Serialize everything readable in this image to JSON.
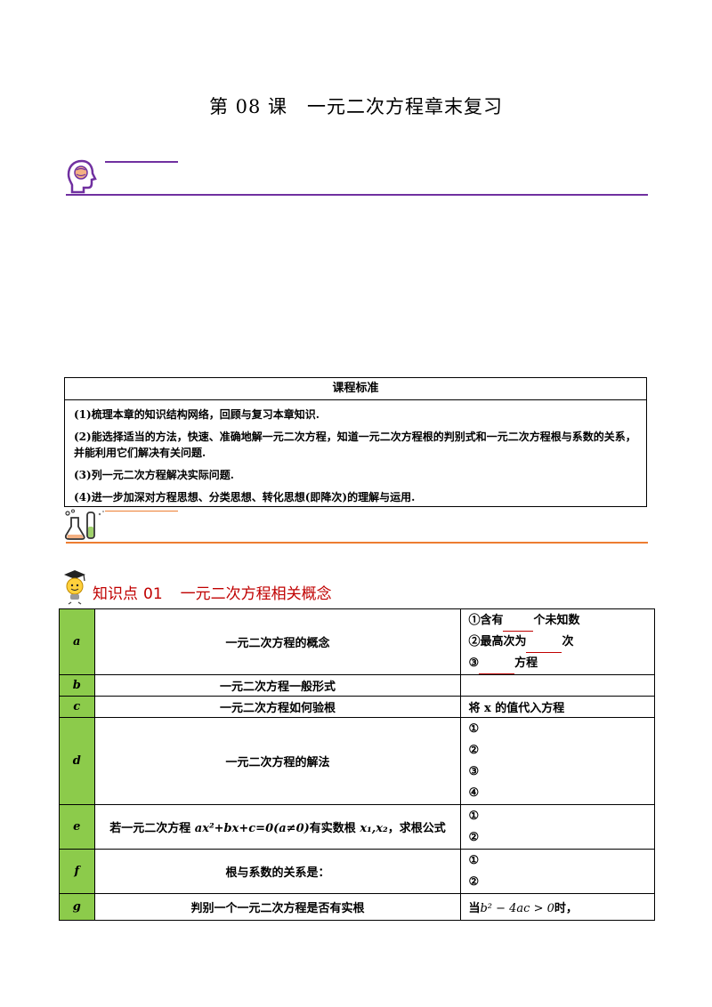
{
  "title": "第 08 课　一元二次方程章末复习",
  "standards": {
    "heading": "课程标准",
    "items": [
      "(1)梳理本章的知识结构网络，回顾与复习本章知识.",
      "(2)能选择适当的方法，快速、准确地解一元二次方程，知道一元二次方程根的判别式和一元二次方程根与系数的关系，并能利用它们解决有关问题.",
      "(3)列一元二次方程解决实际问题.",
      "(4)进一步加深对方程思想、分类思想、转化思想(即降次)的理解与运用."
    ]
  },
  "knowledge_point": {
    "label": "知识点",
    "number": "01",
    "title": "一元二次方程相关概念"
  },
  "rows": {
    "a": {
      "letter": "a",
      "desc": "一元二次方程的概念",
      "ans1_pre": "①含有",
      "ans1_post": "个未知数",
      "ans2_pre": "②最高次为",
      "ans2_post": "次",
      "ans3_pre": "③",
      "ans3_post": "方程"
    },
    "b": {
      "letter": "b",
      "desc": "一元二次方程一般形式"
    },
    "c": {
      "letter": "c",
      "desc": "一元二次方程如何验根",
      "ans": "将 x 的值代入方程"
    },
    "d": {
      "letter": "d",
      "desc": "一元二次方程的解法",
      "m1": "①",
      "m2": "②",
      "m3": "③",
      "m4": "④"
    },
    "e": {
      "letter": "e",
      "desc_pre": "若一元二次方程 ",
      "desc_eq": "ax²+bx+c=0(a≠0)",
      "desc_mid": "有实数根 ",
      "desc_roots": "x₁,x₂",
      "desc_post": "，求根公式",
      "m1": "①",
      "m2": "②"
    },
    "f": {
      "letter": "f",
      "desc": "根与系数的关系是：",
      "m1": "①",
      "m2": "②"
    },
    "g": {
      "letter": "g",
      "desc": "判别一个一元二次方程是否有实根",
      "ans_pre": "当",
      "ans_math": "b² − 4ac > 0",
      "ans_post": "时，"
    }
  },
  "colors": {
    "purple": "#7030a0",
    "orange": "#ed7d31",
    "red": "#c00000",
    "green": "#8ccb4b"
  }
}
